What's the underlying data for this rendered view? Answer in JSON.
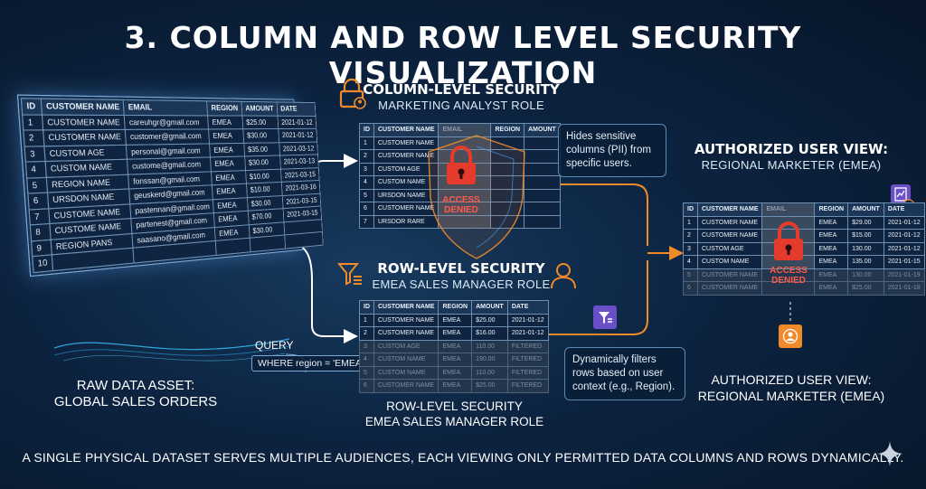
{
  "title": "3. COLUMN AND ROW LEVEL SECURITY VISUALIZATION",
  "raw": {
    "caption_line1": "RAW DATA ASSET:",
    "caption_line2": "GLOBAL SALES ORDERS",
    "headers": [
      "ID",
      "CUSTOMER NAME",
      "EMAIL",
      "REGION",
      "AMOUNT",
      "DATE"
    ],
    "rows": [
      [
        "1",
        "CUSTOMER NAME",
        "careuhgr@gmail.com",
        "EMEA",
        "$25.00",
        "2021-01-12"
      ],
      [
        "2",
        "CUSTOMER NAME",
        "customer@gmail.com",
        "EMEA",
        "$30.00",
        "2021-01-12"
      ],
      [
        "3",
        "CUSTOM AGE",
        "personal@gmail.com",
        "EMEA",
        "$35.00",
        "2021-03-12"
      ],
      [
        "4",
        "CUSTOM NAME",
        "custome@gmail.com",
        "EMEA",
        "$30.00",
        "2021-03-13"
      ],
      [
        "5",
        "REGION NAME",
        "fonssan@gmail.com",
        "EMEA",
        "$10.00",
        "2021-03-15"
      ],
      [
        "6",
        "URSDON NAME",
        "geuskerd@gmail.com",
        "EMEA",
        "$10.00",
        "2021-03-16"
      ],
      [
        "7",
        "CUSTOME NAME",
        "pastennan@gmail.com",
        "EMEA",
        "$30.00",
        "2021-03-15"
      ],
      [
        "8",
        "CUSTOME NAME",
        "partenest@gmail.com",
        "EMEA",
        "$70.00",
        "2021-03-15"
      ],
      [
        "9",
        "REGION PANS",
        "saasano@gmail.com",
        "EMEA",
        "$30.00",
        ""
      ],
      [
        "10",
        "",
        "",
        "",
        "",
        ""
      ]
    ]
  },
  "query": {
    "label": "QUERY",
    "text": "WHERE region = 'EMEA'"
  },
  "cls": {
    "title": "COLUMN-LEVEL SECURITY",
    "subtitle": "MARKETING ANALYST ROLE",
    "headers": [
      "ID",
      "CUSTOMER NAME",
      "EMAIL",
      "REGION",
      "AMOUNT"
    ],
    "rows": [
      [
        "1",
        "CUSTOMER NAME"
      ],
      [
        "2",
        "CUSTOMER NAME"
      ],
      [
        "3",
        "CUSTOM AGE"
      ],
      [
        "4",
        "CUSTOM NAME"
      ],
      [
        "5",
        "URSDON NAME"
      ],
      [
        "6",
        "CUSTOMER NAME"
      ],
      [
        "7",
        "URSDOR RARE"
      ]
    ],
    "lock_label_1": "ACCESS",
    "lock_label_2": "DENIED",
    "note": "Hides sensitive columns (PII) from specific users."
  },
  "rls": {
    "title": "ROW-LEVEL SECURITY",
    "subtitle": "EMEA SALES MANAGER ROLE",
    "headers": [
      "ID",
      "CUSTOMER NAME",
      "REGION",
      "AMOUNT",
      "DATE"
    ],
    "rows": [
      [
        "1",
        "CUSTOMER NAME",
        "EMEA",
        "$25.00",
        "2021-01-12"
      ],
      [
        "2",
        "CUSTOMER NAME",
        "EMEA",
        "$16.00",
        "2021-01-12"
      ]
    ],
    "filtered_rows": [
      [
        "3",
        "CUSTOM AGE",
        "EMEA",
        "110.00",
        "FILTERED"
      ],
      [
        "4",
        "CUSTOM NAME",
        "EMEA",
        "190.00",
        "FILTERED"
      ],
      [
        "5",
        "CUSTOM NAME",
        "EMEA",
        "110.00",
        "FILTERED"
      ],
      [
        "6",
        "CUSTOMER NAME",
        "EMEA",
        "$25.00",
        "FILTERED"
      ]
    ],
    "note": "Dynamically filters rows based on user context (e.g., Region).",
    "caption_line1": "ROW-LEVEL SECURITY",
    "caption_line2": "EMEA SALES MANAGER ROLE"
  },
  "auth": {
    "title": "AUTHORIZED USER VIEW:",
    "subtitle": "REGIONAL MARKETER (EMEA)",
    "headers": [
      "ID",
      "CUSTOMER NAME",
      "EMAIL",
      "REGION",
      "AMOUNT",
      "DATE"
    ],
    "rows": [
      [
        "1",
        "CUSTOMER NAME",
        "EMEA",
        "$29.00",
        "2021-01-12"
      ],
      [
        "2",
        "CUSTOMER NAME",
        "EMEA",
        "$15.00",
        "2021-01-12"
      ],
      [
        "3",
        "CUSTOM AGE",
        "EMEA",
        "130.00",
        "2021-01-12"
      ],
      [
        "4",
        "CUSTOM NAME",
        "EMEA",
        "135.00",
        "2021-01-15"
      ]
    ],
    "dim_rows": [
      [
        "5",
        "CUSTOMER NAME",
        "EMEA",
        "130.00",
        "2021-01-19"
      ],
      [
        "6",
        "CUSTOMER NAME",
        "EMEA",
        "$25.00",
        "2021-01-18"
      ]
    ],
    "lock_label_1": "ACCESS",
    "lock_label_2": "DENIED",
    "caption_line1": "AUTHORIZED USER VIEW:",
    "caption_line2": "REGIONAL MARKETER (EMEA)"
  },
  "footer": "A SINGLE PHYSICAL DATASET SERVES MULTIPLE AUDIENCES, EACH VIEWING ONLY PERMITTED DATA COLUMNS AND ROWS DYNAMICALLY.",
  "colors": {
    "accent_orange": "#f08a2a",
    "deny_red": "#e53b2c",
    "filter_purple": "#6b4fc8",
    "line_blue": "#6f8fb0"
  },
  "icons": [
    "lock-user-icon",
    "filter-icon",
    "user-icon",
    "lock-icon",
    "report-icon",
    "sparkle-icon"
  ]
}
